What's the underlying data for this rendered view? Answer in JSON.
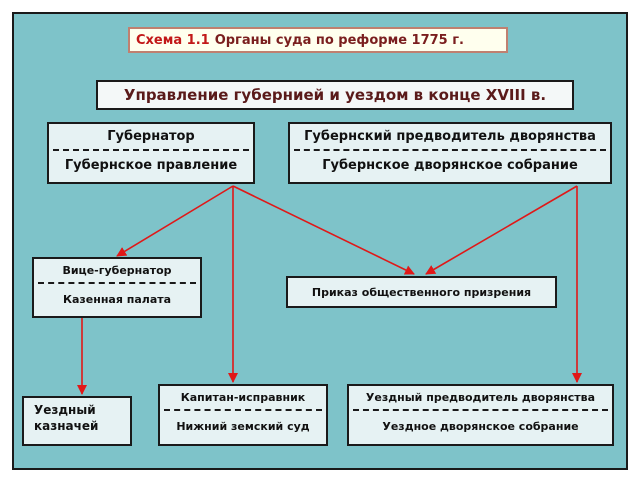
{
  "caption": {
    "number": "Схема 1.1",
    "text": "Органы суда по реформе 1775 г."
  },
  "title": "Управление губернией и уездом в конце XVIII в.",
  "nodes": {
    "governor": {
      "top": "Губернатор",
      "bottom": "Губернское правление"
    },
    "marshal": {
      "top": "Губернский предводитель дворянства",
      "bottom": "Губернское дворянское собрание"
    },
    "vice": {
      "top": "Вице-губернатор",
      "bottom": "Казенная палата"
    },
    "prikaz": {
      "label": "Приказ общественного призрения"
    },
    "treasurer": {
      "line1": "Уездный",
      "line2": "казначей"
    },
    "captain": {
      "top": "Капитан-исправник",
      "bottom": "Нижний земский суд"
    },
    "district_marshal": {
      "top": "Уездный предводитель дворянства",
      "bottom": "Уездное дворянское собрание"
    }
  },
  "colors": {
    "background": "#7ec3c9",
    "box": "#e6f2f3",
    "arrow": "#e01818",
    "title_text": "#5a1a1a"
  }
}
